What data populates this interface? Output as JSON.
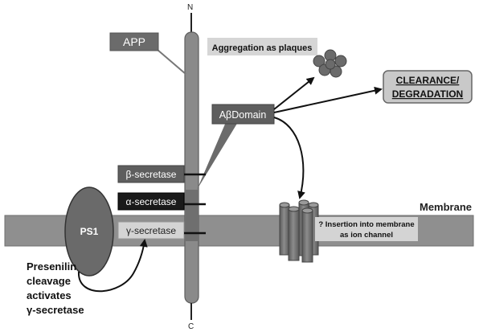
{
  "colors": {
    "membrane": "#8f8f8f",
    "stem": "#8a8a8a",
    "ps1": "#6a6a6a",
    "label_dark": "#5e5e5e",
    "label_black": "#1a1a1a",
    "label_light": "#d4d4d4",
    "clearance_box": "#c9c9c9",
    "cluster": "#6b6b6b"
  },
  "terminals": {
    "n": "N",
    "c": "C"
  },
  "labels": {
    "app": "APP",
    "abeta": "AβDomain",
    "beta": "β-secretase",
    "alpha": "α-secretase",
    "gamma": "γ-secretase",
    "ps1": "PS1",
    "membrane": "Membrane",
    "aggregation": "Aggregation as plaques",
    "clearance_line1": "CLEARANCE/",
    "clearance_line2": "DEGRADATION",
    "insertion_line1": "? Insertion into membrane",
    "insertion_line2": "as ion channel",
    "presenilin_line1": "Presenilin",
    "presenilin_line2": "cleavage",
    "presenilin_line3": "activates",
    "presenilin_line4": "γ-secretase"
  }
}
